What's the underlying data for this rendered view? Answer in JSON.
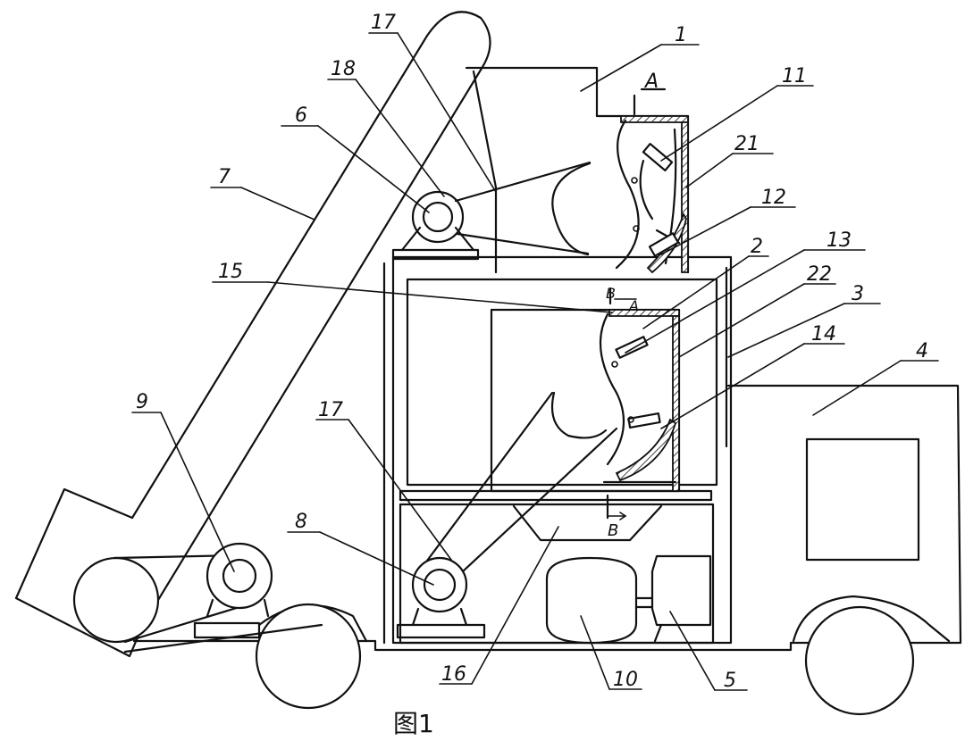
{
  "caption": "图1",
  "labels": {
    "l1": "1",
    "l2": "2",
    "l3": "3",
    "l4": "4",
    "l5": "5",
    "l6": "6",
    "l7": "7",
    "l8": "8",
    "l9": "9",
    "l10": "10",
    "l11": "11",
    "l12": "12",
    "l13": "13",
    "l14": "14",
    "l15": "15",
    "l16": "16",
    "l17a": "17",
    "l17b": "17",
    "l18": "18",
    "l21": "21",
    "l22": "22",
    "secA_top": "A",
    "secA_mid": "A",
    "secB_top": "B",
    "secB_bot": "B"
  }
}
